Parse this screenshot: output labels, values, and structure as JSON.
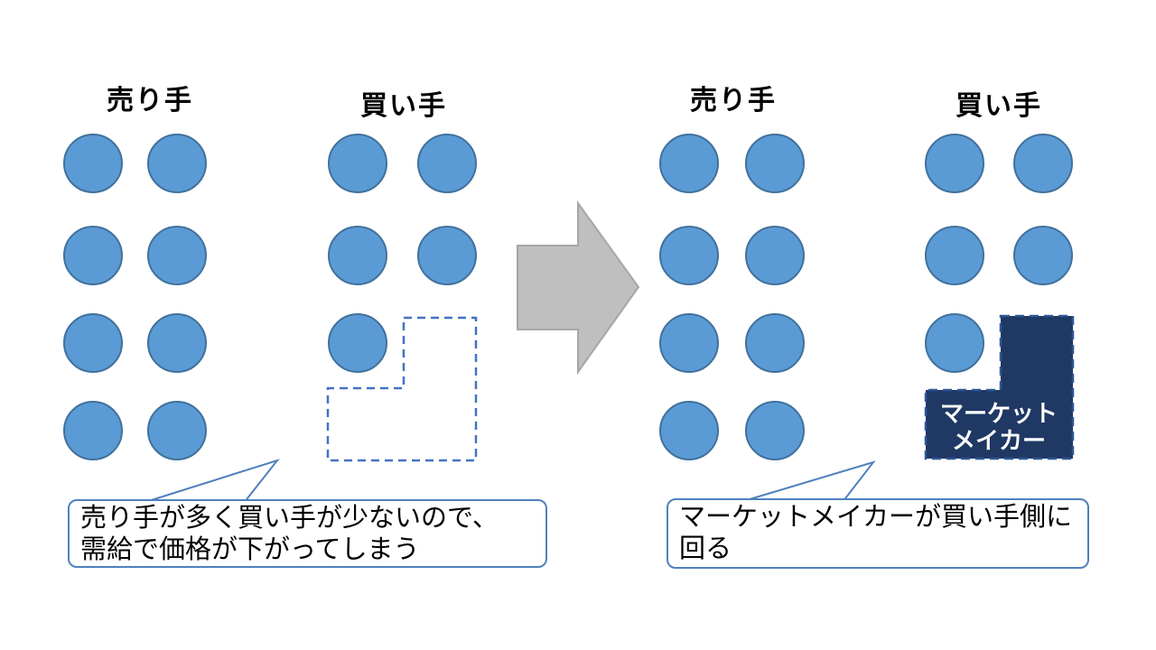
{
  "slide": {
    "background": "#ffffff"
  },
  "groups": [
    {
      "id": "seller-left",
      "title": "売り手",
      "rows": [
        [
          1,
          1
        ],
        [
          1,
          1
        ],
        [
          1,
          1
        ],
        [
          1,
          1
        ]
      ]
    },
    {
      "id": "buyer-left",
      "title": "買い手",
      "rows": [
        [
          1,
          1
        ],
        [
          1,
          1
        ],
        [
          1,
          0
        ],
        [
          0,
          0
        ]
      ]
    },
    {
      "id": "seller-right",
      "title": "売り手",
      "rows": [
        [
          1,
          1
        ],
        [
          1,
          1
        ],
        [
          1,
          1
        ],
        [
          1,
          1
        ]
      ]
    },
    {
      "id": "buyer-right",
      "title": "買い手",
      "rows": [
        [
          1,
          1
        ],
        [
          1,
          1
        ],
        [
          1,
          0
        ],
        [
          0,
          0
        ]
      ]
    }
  ],
  "marketmaker": {
    "line1": "マーケット",
    "line2": "メイカー"
  },
  "callouts": {
    "left": {
      "line1": "売り手が多く買い手が少ないので、",
      "line2": "需給で価格が下がってしまう"
    },
    "right": {
      "line1": "マーケットメイカーが買い手側に",
      "line2": "回る"
    }
  },
  "colors": {
    "circle_fill": "#5B9BD5",
    "circle_stroke": "#41719C",
    "dashed_outline": "#4472C4",
    "arrow_fill": "#BFBFBF",
    "arrow_stroke": "#A6A6A6",
    "marketmaker_fill": "#1F3864",
    "marketmaker_stroke": "#2E5693",
    "callout_stroke": "#4F81BD"
  }
}
